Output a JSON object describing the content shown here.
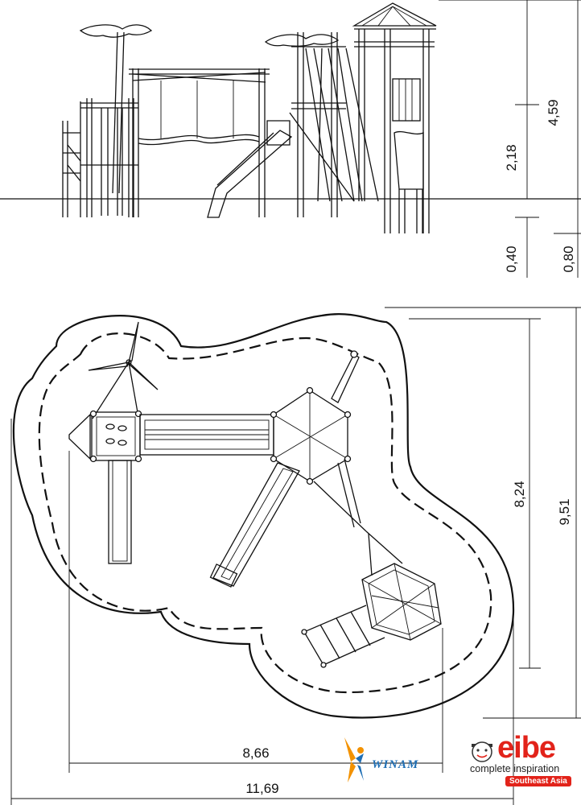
{
  "elevation": {
    "dims": {
      "total_height": "4,59",
      "platform_height": "2,18",
      "foundation_depth": "0,40",
      "post_depth": "0,80"
    }
  },
  "plan": {
    "dims": {
      "inner_length": "8,66",
      "overall_length": "11,69",
      "inner_depth": "8,24",
      "overall_depth": "9,51"
    }
  },
  "logos": {
    "eibe": {
      "word": "eibe",
      "tagline": "complete inspiration",
      "region": "Southeast Asia",
      "brand_color": "#e2231a"
    },
    "winam": {
      "word": "WINAM",
      "brand_colors": [
        "#f39200",
        "#1f6fb5"
      ]
    }
  }
}
